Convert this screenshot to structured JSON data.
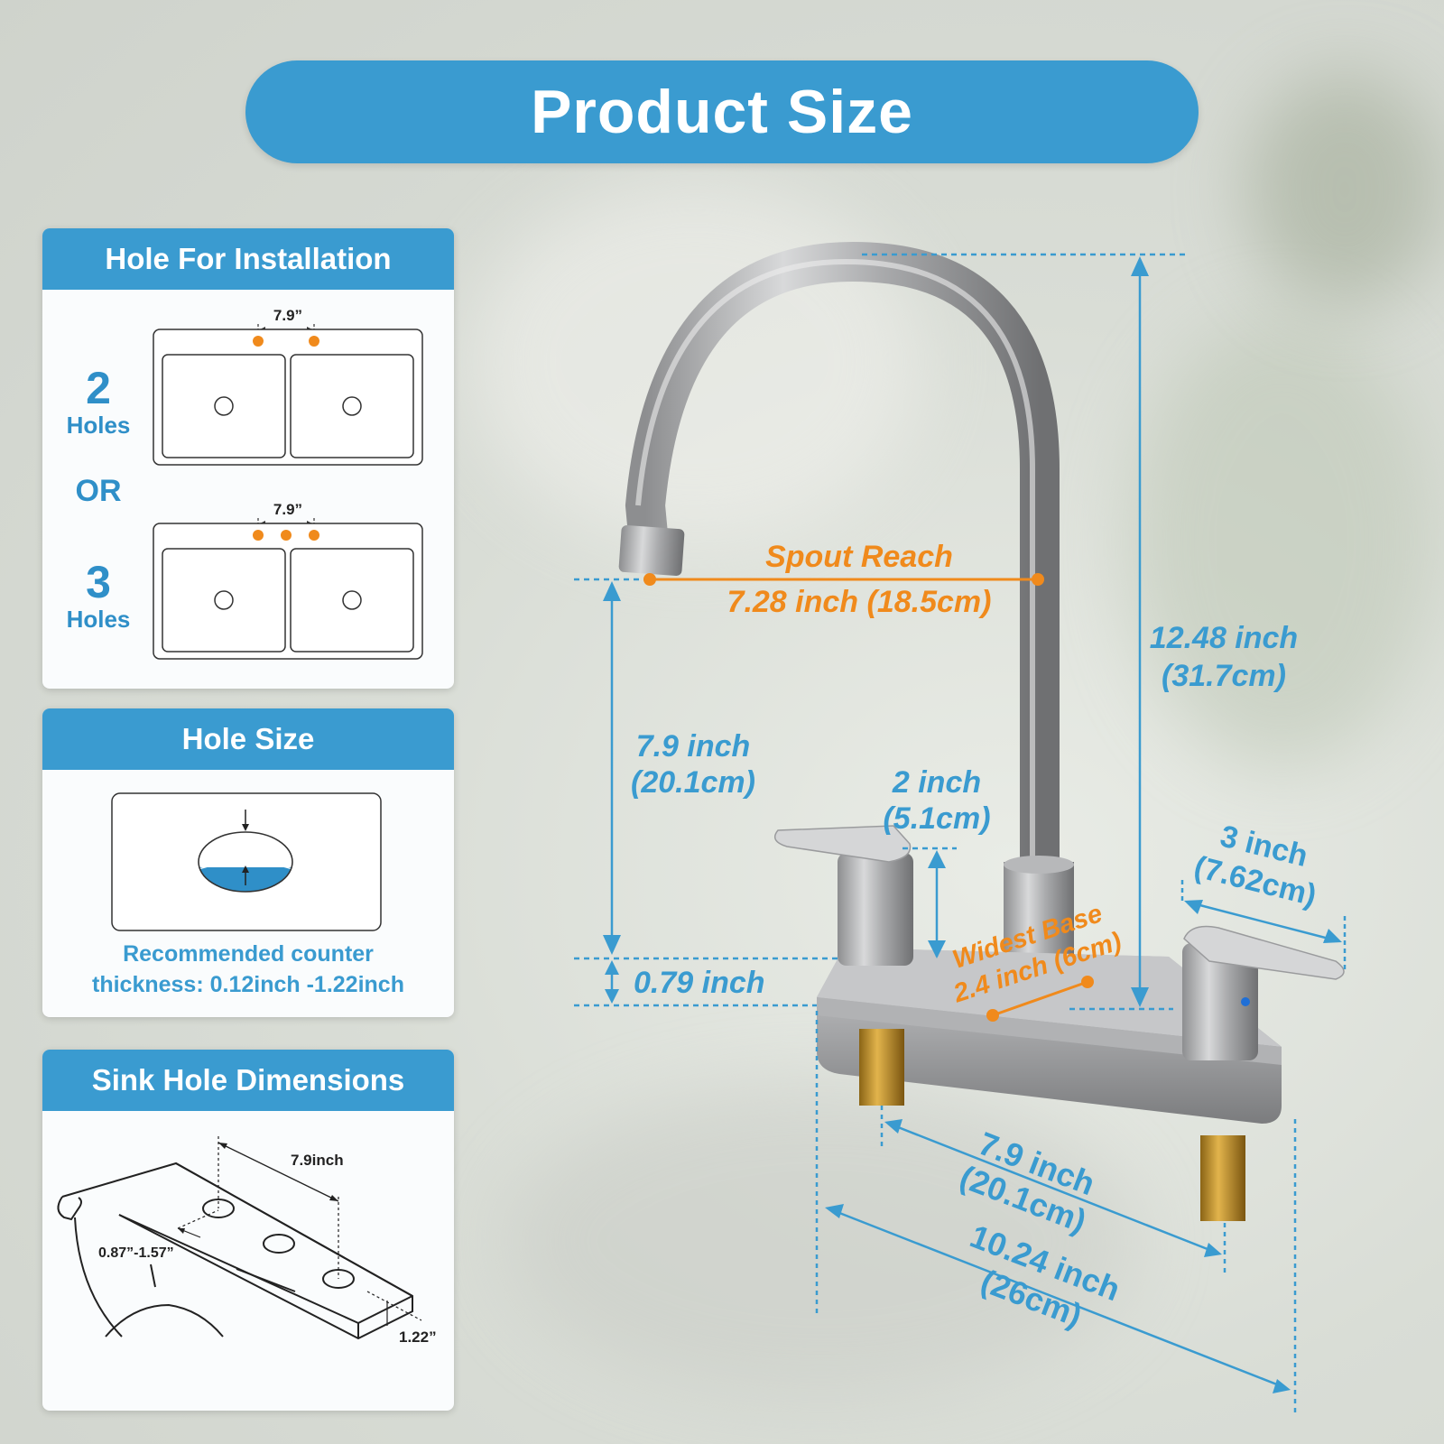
{
  "title": "Product Size",
  "colors": {
    "accent": "#3a9bd0",
    "highlight": "#f08a1c"
  },
  "panels": {
    "installation": {
      "header": "Hole For Installation",
      "option_a": {
        "number": "2",
        "label": "Holes",
        "spacing": "7.9”"
      },
      "separator": "OR",
      "option_b": {
        "number": "3",
        "label": "Holes",
        "spacing": "7.9”"
      }
    },
    "hole_size": {
      "header": "Hole Size",
      "note_line1": "Recommended counter",
      "note_line2": "thickness: 0.12inch -1.22inch"
    },
    "sink_hole": {
      "header": "Sink Hole Dimensions",
      "spacing": "7.9inch",
      "edge_distance": "0.87”-1.57”",
      "thickness": "1.22”"
    }
  },
  "faucet": {
    "spout_reach": {
      "label": "Spout Reach",
      "value": "7.28 inch (18.5cm)"
    },
    "total_height": {
      "inch": "12.48 inch",
      "cm": "(31.7cm)"
    },
    "spout_height": {
      "inch": "7.9 inch",
      "cm": "(20.1cm)"
    },
    "handle_height": {
      "inch": "2 inch",
      "cm": "(5.1cm)"
    },
    "handle_length": {
      "inch": "3 inch",
      "cm": "(7.62cm)"
    },
    "base_height": "0.79 inch",
    "widest_base": {
      "label": "Widest Base",
      "value": "2.4 inch (6cm)"
    },
    "center_spacing": {
      "inch": "7.9 inch",
      "cm": "(20.1cm)"
    },
    "base_length": {
      "inch": "10.24 inch",
      "cm": "(26cm)"
    }
  }
}
